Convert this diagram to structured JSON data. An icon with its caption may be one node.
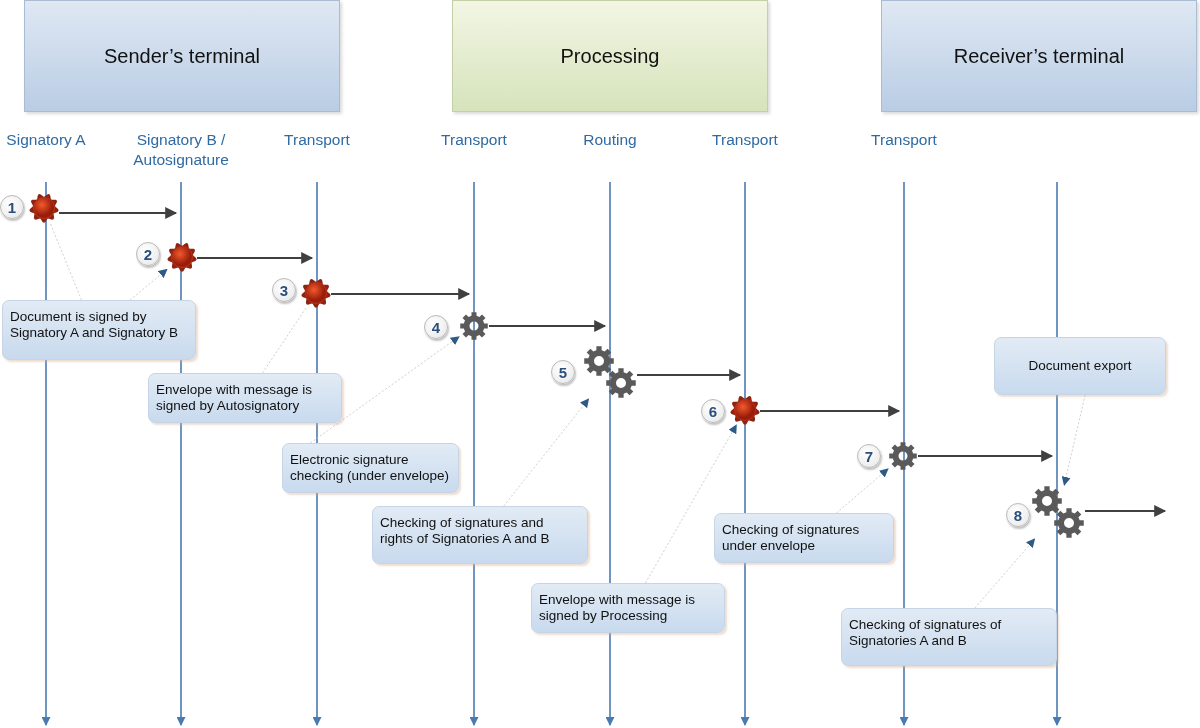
{
  "diagram": {
    "nodes": [
      {
        "text": [
          "Sender’s terminal"
        ]
      },
      {
        "text": [
          "Processing"
        ]
      },
      {
        "text": [
          "Receiver’s terminal"
        ]
      },
      {
        "text": [],
        "shape": "bar",
        "beside": [
          "Signatory A"
        ]
      },
      {
        "text": [],
        "shape": "bar",
        "beside": [
          "Signatory B / Autosignature"
        ]
      },
      {
        "text": [],
        "shape": "bar",
        "beside": [
          "Transport"
        ]
      },
      {
        "text": [],
        "shape": "bar",
        "beside": [
          "Transport"
        ]
      },
      {
        "text": [],
        "shape": "bar",
        "beside": [
          "Routing"
        ]
      },
      {
        "text": [],
        "shape": "bar",
        "beside": [
          "Transport"
        ]
      },
      {
        "text": [],
        "shape": "bar",
        "beside": [
          "Transport"
        ]
      },
      {
        "text": [],
        "shape": "bar"
      },
      {
        "text": [
          "1"
        ]
      },
      {
        "text": [],
        "shape": "picture"
      },
      {
        "text": [
          "2"
        ]
      },
      {
        "text": [],
        "shape": "picture"
      },
      {
        "text": [
          "3"
        ]
      },
      {
        "text": [],
        "shape": "picture"
      },
      {
        "text": [
          "4"
        ]
      },
      {
        "text": [],
        "shape": "picture"
      },
      {
        "text": [
          "5"
        ]
      },
      {
        "text": [],
        "shape": "picture"
      },
      {
        "text": [
          "6"
        ]
      },
      {
        "text": [],
        "shape": "picture"
      },
      {
        "text": [
          "7"
        ]
      },
      {
        "text": [],
        "shape": "picture"
      },
      {
        "text": [
          "8"
        ]
      },
      {
        "text": [],
        "shape": "picture"
      },
      {
        "text": [
          "Document is signed by Signatory A and Signatory B"
        ]
      },
      {
        "text": [
          "Document export"
        ]
      },
      {
        "text": [
          "Envelope with message is signed by Autosignatory"
        ]
      },
      {
        "text": [
          "Electronic signature checking (under envelope)"
        ]
      },
      {
        "text": [
          "Checking of signatures and rights of Signatories A and B"
        ]
      },
      {
        "text": [
          "Checking of signatures under envelope"
        ]
      },
      {
        "text": [
          "Envelope with message is signed by Processing"
        ]
      },
      {
        "text": [
          "Checking of signatures of Signatories A and B"
        ]
      }
    ],
    "edges": [
      {
        "from": 12,
        "to": 4,
        "arrow": "to",
        "color": "#404040"
      },
      {
        "from": 14,
        "to": 5,
        "arrow": "to",
        "color": "#404040"
      },
      {
        "from": 16,
        "to": 6,
        "arrow": "to",
        "color": "#404040"
      },
      {
        "from": 18,
        "to": 7,
        "arrow": "to",
        "color": "#404040"
      },
      {
        "from": 20,
        "to": 8,
        "arrow": "to",
        "color": "#404040"
      },
      {
        "from": 22,
        "to": 9,
        "arrow": "to",
        "color": "#404040"
      },
      {
        "from": 24,
        "to": 10,
        "arrow": "to",
        "color": "#404040"
      },
      {
        "from": 26,
        "to": null,
        "arrow": "to",
        "color": "#404040"
      },
      {
        "from": 27,
        "to": 12,
        "arrow": "none",
        "style": "dashed",
        "color": "#c8c8c8"
      },
      {
        "from": 27,
        "to": 14,
        "arrow": "to",
        "style": "dashed",
        "color": "#c8c8c8"
      },
      {
        "from": 29,
        "to": 16,
        "arrow": "none",
        "style": "dashed",
        "color": "#c8c8c8"
      },
      {
        "from": 30,
        "to": 18,
        "arrow": "to",
        "style": "dashed",
        "color": "#c8c8c8"
      },
      {
        "from": 31,
        "to": 20,
        "arrow": "to",
        "style": "dashed",
        "color": "#c8c8c8"
      },
      {
        "from": 33,
        "to": 22,
        "arrow": "to",
        "style": "dashed",
        "color": "#c8c8c8"
      },
      {
        "from": 32,
        "to": 24,
        "arrow": "to",
        "style": "dashed",
        "color": "#c8c8c8"
      },
      {
        "from": 34,
        "to": 26,
        "arrow": "to",
        "style": "dashed",
        "color": "#c8c8c8"
      },
      {
        "from": 28,
        "to": 26,
        "arrow": "to",
        "style": "dashed",
        "color": "#c8c8c8"
      }
    ]
  }
}
